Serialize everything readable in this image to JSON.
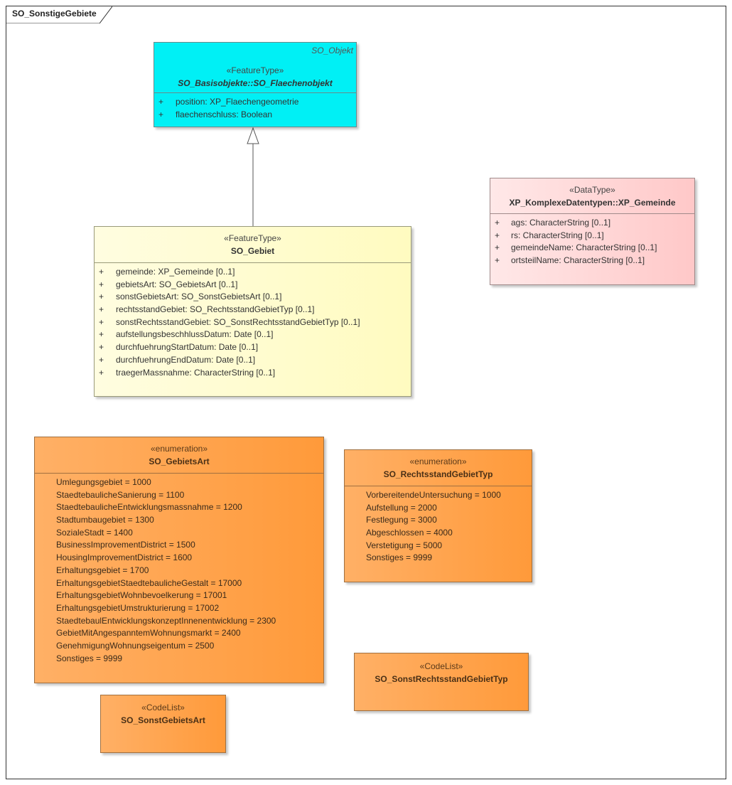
{
  "package": {
    "name": "SO_SonstigeGebiete"
  },
  "classes": {
    "flaechenobjekt": {
      "tag": "SO_Objekt",
      "stereotype": "«FeatureType»",
      "name": "SO_Basisobjekte::SO_Flaechenobjekt",
      "attributes": [
        {
          "vis": "+",
          "text": "position: XP_Flaechengeometrie"
        },
        {
          "vis": "+",
          "text": "flaechenschluss: Boolean"
        }
      ]
    },
    "gebiet": {
      "stereotype": "«FeatureType»",
      "name": "SO_Gebiet",
      "attributes": [
        {
          "vis": "+",
          "text": "gemeinde: XP_Gemeinde [0..1]"
        },
        {
          "vis": "+",
          "text": "gebietsArt: SO_GebietsArt [0..1]"
        },
        {
          "vis": "+",
          "text": "sonstGebietsArt: SO_SonstGebietsArt [0..1]"
        },
        {
          "vis": "+",
          "text": "rechtsstandGebiet: SO_RechtsstandGebietTyp [0..1]"
        },
        {
          "vis": "+",
          "text": "sonstRechtsstandGebiet: SO_SonstRechtsstandGebietTyp [0..1]"
        },
        {
          "vis": "+",
          "text": "aufstellungsbeschhlussDatum: Date [0..1]"
        },
        {
          "vis": "+",
          "text": "durchfuehrungStartDatum: Date [0..1]"
        },
        {
          "vis": "+",
          "text": "durchfuehrungEndDatum: Date [0..1]"
        },
        {
          "vis": "+",
          "text": "traegerMassnahme: CharacterString [0..1]"
        }
      ]
    },
    "gemeinde": {
      "stereotype": "«DataType»",
      "name": "XP_KomplexeDatentypen::XP_Gemeinde",
      "attributes": [
        {
          "vis": "+",
          "text": "ags: CharacterString [0..1]"
        },
        {
          "vis": "+",
          "text": "rs: CharacterString [0..1]"
        },
        {
          "vis": "+",
          "text": "gemeindeName: CharacterString [0..1]"
        },
        {
          "vis": "+",
          "text": "ortsteilName: CharacterString [0..1]"
        }
      ]
    },
    "gebietsart": {
      "stereotype": "«enumeration»",
      "name": "SO_GebietsArt",
      "literals": [
        "Umlegungsgebiet = 1000",
        "StaedtebaulicheSanierung = 1100",
        "StaedtebaulicheEntwicklungsmassnahme = 1200",
        "Stadtumbaugebiet = 1300",
        "SozialeStadt = 1400",
        "BusinessImprovementDistrict = 1500",
        "HousingImprovementDistrict = 1600",
        "Erhaltungsgebiet = 1700",
        "ErhaltungsgebietStaedtebaulicheGestalt = 17000",
        "ErhaltungsgebietWohnbevoelkerung = 17001",
        "ErhaltungsgebietUmstrukturierung = 17002",
        "StaedtebaulEntwicklungskonzeptInnenentwicklung = 2300",
        "GebietMitAngespanntemWohnungsmarkt = 2400",
        "GenehmigungWohnungseigentum = 2500",
        "Sonstiges = 9999"
      ]
    },
    "rechtsstand": {
      "stereotype": "«enumeration»",
      "name": "SO_RechtsstandGebietTyp",
      "literals": [
        "VorbereitendeUntersuchung = 1000",
        "Aufstellung = 2000",
        "Festlegung = 3000",
        "Abgeschlossen = 4000",
        "Verstetigung = 5000",
        "Sonstiges = 9999"
      ]
    },
    "sonstrechtsstand": {
      "stereotype": "«CodeList»",
      "name": "SO_SonstRechtsstandGebietTyp"
    },
    "sonstgebietsart": {
      "stereotype": "«CodeList»",
      "name": "SO_SonstGebietsArt"
    }
  },
  "colors": {
    "featuretype_base": "#00f0f5",
    "featuretype": "#fffbc0",
    "datatype": "#ffc8c8",
    "enumeration": "#ff9a3a"
  }
}
